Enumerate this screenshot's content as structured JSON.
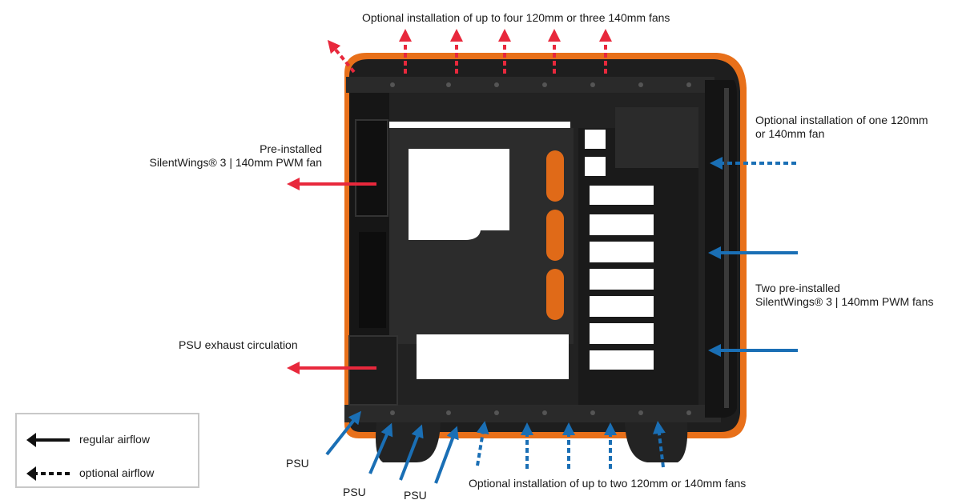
{
  "labels": {
    "top_fans": "Optional installation of up to four 120mm or three 140mm fans",
    "rear_fan_line1": "Pre-installed",
    "rear_fan_line2": "SilentWings® 3 | 140mm PWM fan",
    "psu_exhaust": "PSU exhaust circulation",
    "front_optional_line1": "Optional installation of one 120mm",
    "front_optional_line2": "or 140mm fan",
    "front_preinstalled_line1": "Two pre-installed",
    "front_preinstalled_line2": "SilentWings® 3 | 140mm PWM fans",
    "bottom_fans": "Optional installation of up to two 120mm or 140mm fans",
    "psu_1": "PSU",
    "psu_2": "PSU",
    "psu_3": "PSU"
  },
  "legend": {
    "regular": "regular airflow",
    "optional": "optional airflow"
  },
  "colors": {
    "exhaust": "#e8283c",
    "intake": "#1a6fb5",
    "accent_orange": "#e8701a",
    "chassis": "#1c1c1c"
  }
}
